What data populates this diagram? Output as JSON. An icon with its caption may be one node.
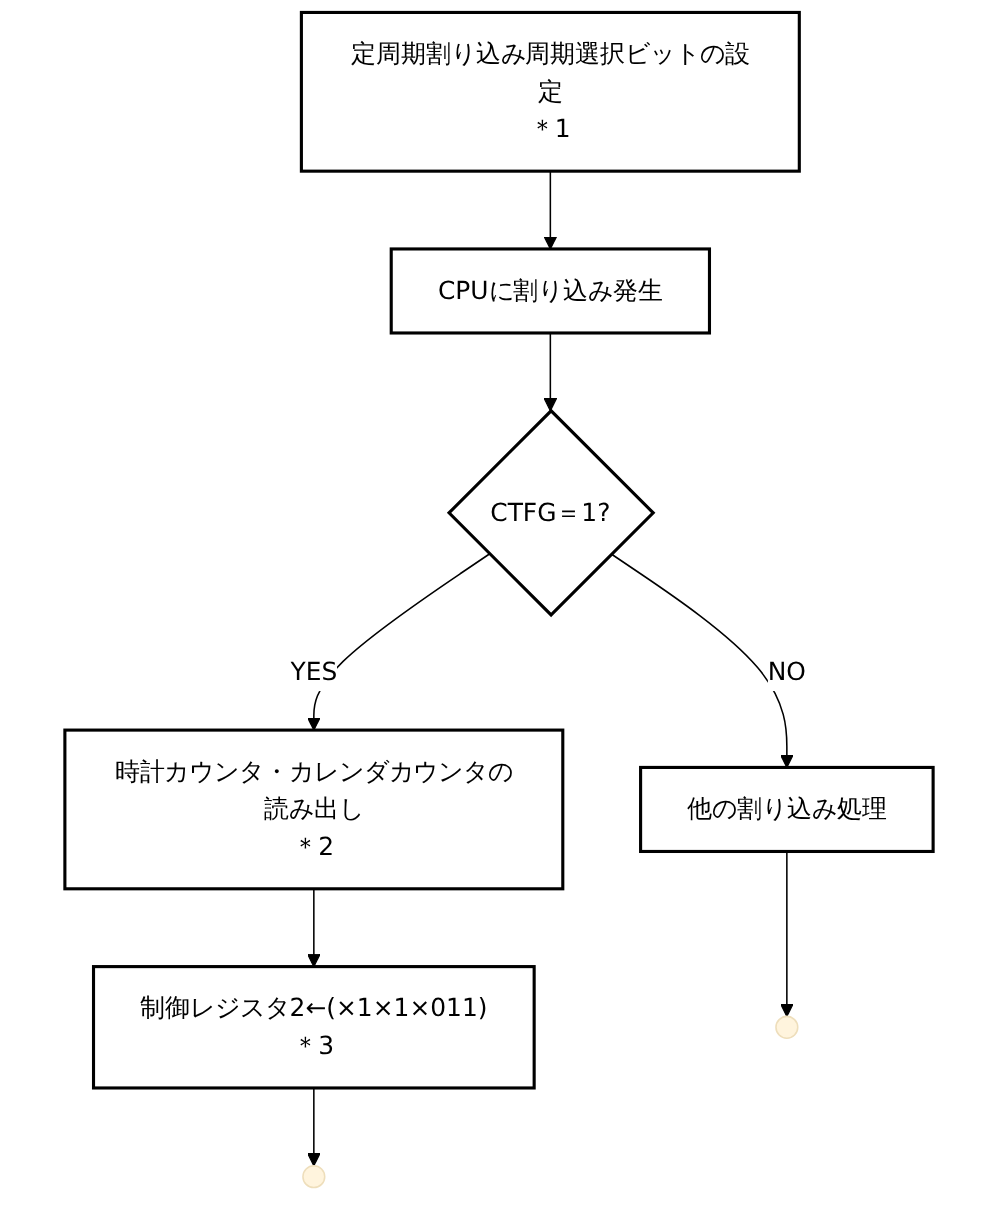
{
  "diagram": {
    "nodes": [
      {
        "text": [
          "定周期割り込み周期選択ビットの設定",
          "＊1"
        ]
      },
      {
        "text": [
          "CPUに割り込み発生"
        ]
      },
      {
        "text": [
          "CTFG＝1?"
        ]
      },
      {
        "text": [
          "時計カウンタ・カレンダカウンタの読み出し",
          "＊2"
        ]
      },
      {
        "text": [
          "他の割り込み処理"
        ]
      },
      {
        "text": [
          "制御レジスタ2←(×1×1×011)",
          "＊3"
        ]
      }
    ],
    "edges": [
      {
        "from": 0,
        "to": 1,
        "arrow": "to"
      },
      {
        "from": 1,
        "to": 2,
        "arrow": "to"
      },
      {
        "from": 2,
        "to": 3,
        "label": "YES",
        "arrow": "to"
      },
      {
        "from": 2,
        "to": 4,
        "label": "NO",
        "arrow": "to"
      },
      {
        "from": 3,
        "to": 5,
        "arrow": "to"
      },
      {
        "from": 5,
        "to": null,
        "arrow": "to"
      },
      {
        "from": 4,
        "to": null,
        "arrow": "to"
      }
    ]
  }
}
